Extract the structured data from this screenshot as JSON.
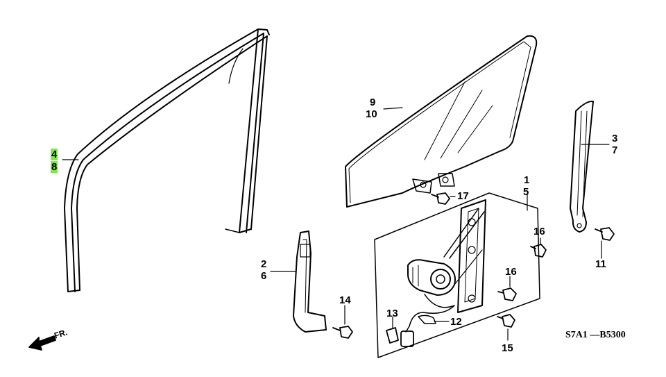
{
  "callouts": {
    "p4": "4",
    "p8": "8",
    "p9": "9",
    "p10": "10",
    "p3": "3",
    "p7": "7",
    "p1": "1",
    "p5": "5",
    "p17": "17",
    "p16a": "16",
    "p16b": "16",
    "p2": "2",
    "p6": "6",
    "p14": "14",
    "p13": "13",
    "p12": "12",
    "p15": "15",
    "p11": "11"
  },
  "highlight_color": "#7ee84a",
  "front_label": "FR.",
  "diagram_code": "S7A1 —B5300"
}
